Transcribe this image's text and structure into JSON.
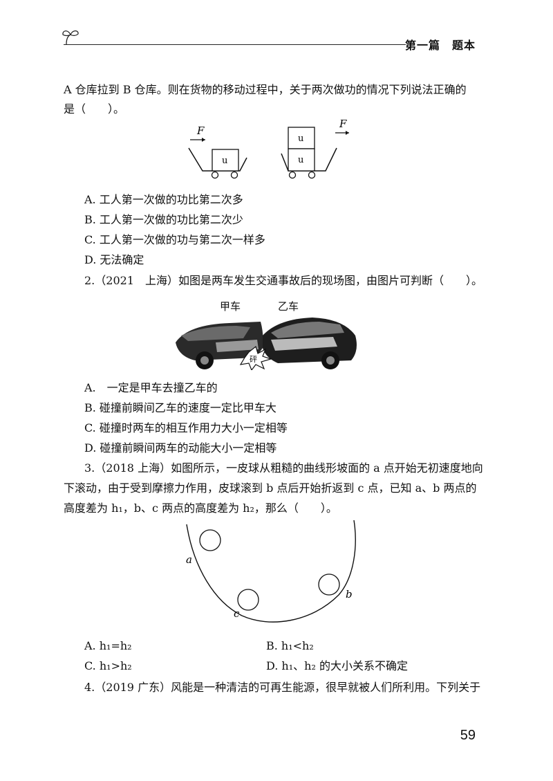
{
  "header": {
    "section": "第一篇　题本"
  },
  "q1": {
    "stem_line1": "A 仓库拉到 B 仓库。则在货物的移动过程中，关于两次做功的情况下列说法正确的",
    "stem_line2": "是（　　）。",
    "fig_force1": "F",
    "fig_force2": "F",
    "fig_box1": "u",
    "fig_box2_top": "u",
    "fig_box2_bottom": "u",
    "options": [
      "A. 工人第一次做的功比第二次多",
      "B. 工人第一次做的功比第二次少",
      "C. 工人第一次做的功与第二次一样多",
      "D. 无法确定"
    ]
  },
  "q2": {
    "stem": "2.（2021　上海）如图是两车发生交通事故后的现场图，由图片可判断（　　）。",
    "car_a": "甲车",
    "car_b": "乙车",
    "crash_word": "砰",
    "options": [
      "A.　一定是甲车去撞乙车的",
      "B. 碰撞前瞬间乙车的速度一定比甲车大",
      "C. 碰撞时两车的相互作用力大小一定相等",
      "D. 碰撞前瞬间两车的动能大小一定相等"
    ]
  },
  "q3": {
    "stem_line1": "3.（2018 上海）如图所示，一皮球从粗糙的曲线形坡面的 a 点开始无初速度地向",
    "stem_line2": "下滚动，由于受到摩擦力作用，皮球滚到 b 点后开始折返到 c 点，已知 a、b 两点的",
    "stem_line3": "高度差为 h₁，b、c 两点的高度差为 h₂，那么（　　）。",
    "label_a": "a",
    "label_b": "b",
    "label_c": "c",
    "optA": "A. h₁=h₂",
    "optB": "B. h₁<h₂",
    "optC": "C. h₁>h₂",
    "optD": "D. h₁、h₂ 的大小关系不确定"
  },
  "q4": {
    "stem": "4.（2019 广东）风能是一种清洁的可再生能源，很早就被人们所利用。下列关于"
  },
  "page_number": "59"
}
